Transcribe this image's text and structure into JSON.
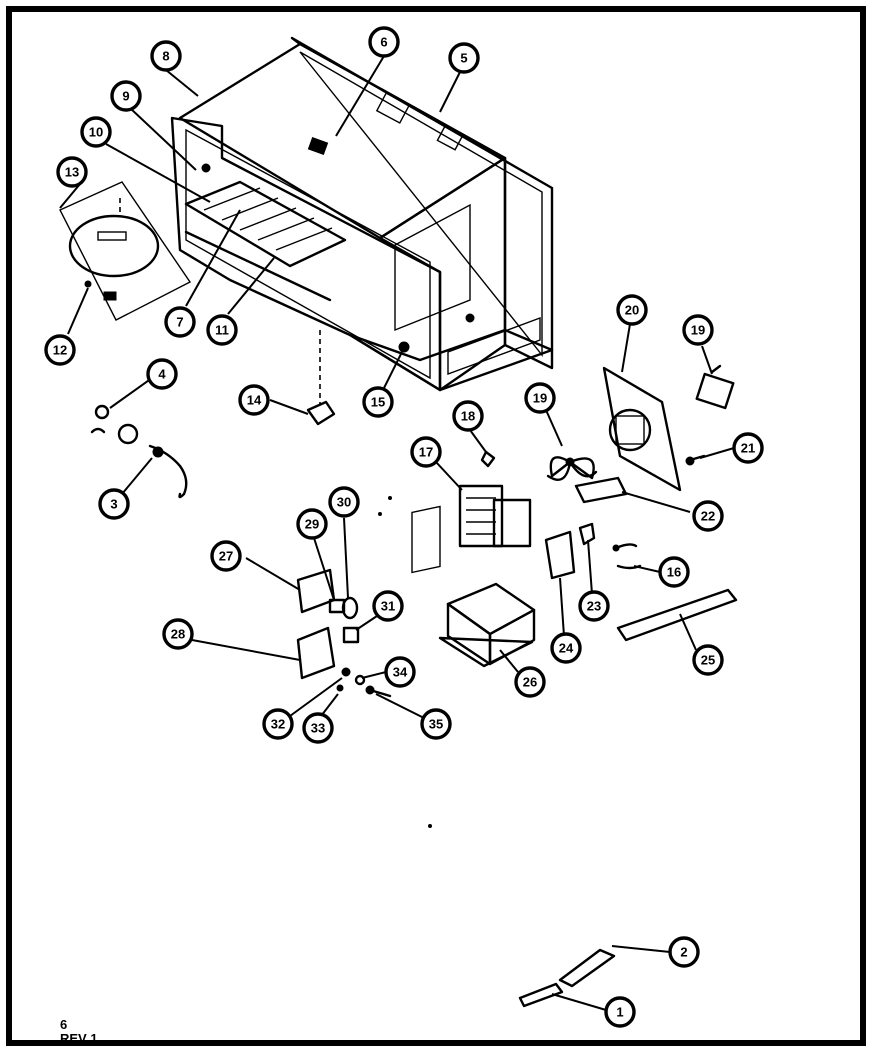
{
  "footer": {
    "page": "6",
    "revision": "REV 1"
  },
  "callouts": [
    "8",
    "6",
    "5",
    "9",
    "10",
    "13",
    "12",
    "7",
    "11",
    "14",
    "15",
    "4",
    "3",
    "18",
    "17",
    "19",
    "20",
    "19",
    "21",
    "22",
    "30",
    "29",
    "27",
    "31",
    "28",
    "34",
    "32",
    "33",
    "35",
    "24",
    "23",
    "16",
    "25",
    "26",
    "2",
    "1"
  ]
}
